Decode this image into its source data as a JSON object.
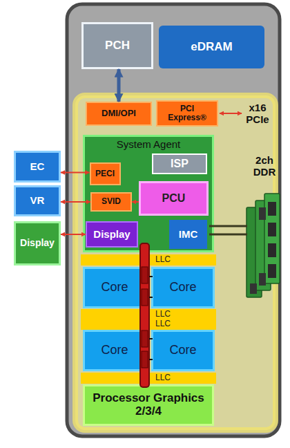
{
  "diagram": {
    "nodes": [
      {
        "text": [
          "PCH"
        ]
      },
      {
        "text": [
          "eDRAM"
        ]
      },
      {
        "text": [
          "DMI/OPI"
        ]
      },
      {
        "text": [
          "PCI Express®"
        ]
      },
      {
        "text": [
          "System Agent"
        ]
      },
      {
        "text": [
          "ISP"
        ],
        "in": 4
      },
      {
        "text": [
          "PECI"
        ],
        "in": 4
      },
      {
        "text": [
          "SVID"
        ],
        "in": 4
      },
      {
        "text": [
          "PCU"
        ],
        "in": 4
      },
      {
        "text": [
          "Display"
        ],
        "in": 4
      },
      {
        "text": [
          "IMC"
        ],
        "in": 4
      },
      {
        "text": [
          "EC"
        ]
      },
      {
        "text": [
          "VR"
        ]
      },
      {
        "text": [
          "Display"
        ]
      },
      {
        "text": [
          "LLC"
        ]
      },
      {
        "text": [
          "Core"
        ]
      },
      {
        "text": [
          "Core"
        ]
      },
      {
        "text": [
          "LLC"
        ]
      },
      {
        "text": [
          "LLC"
        ]
      },
      {
        "text": [
          "Core"
        ]
      },
      {
        "text": [
          "Core"
        ]
      },
      {
        "text": [
          "LLC"
        ]
      },
      {
        "text": [
          "Processor Graphics 2/3/4"
        ]
      }
    ],
    "edges": [
      {
        "from": 0,
        "to": 2,
        "arrow": "both"
      },
      {
        "from": 11,
        "to": 6,
        "arrow": "both"
      },
      {
        "from": 12,
        "to": 7,
        "arrow": "both"
      },
      {
        "from": 13,
        "to": 9,
        "arrow": "both"
      },
      {
        "from": 8,
        "to": 7,
        "arrow": "to"
      }
    ],
    "labels": [
      "x16 PCIe",
      "2ch DDR"
    ]
  }
}
